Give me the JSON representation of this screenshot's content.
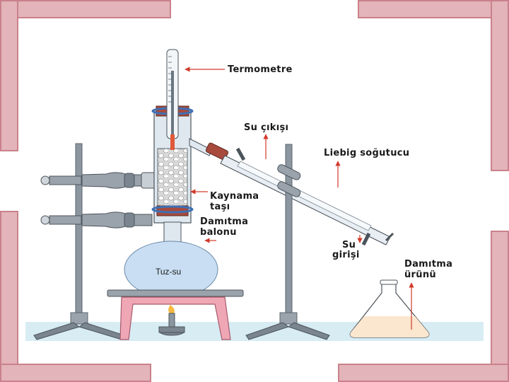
{
  "labels": {
    "thermometer": "Termometre",
    "water_out": "Su çıkışı",
    "condenser": "Liebig soğutucu",
    "boiling_stone_1": "Kaynama",
    "boiling_stone_2": "taşı",
    "flask_1": "Damıtma",
    "flask_2": "balonu",
    "water_in_1": "Su",
    "water_in_2": "girişi",
    "product_1": "Damıtma",
    "product_2": "ürünü"
  },
  "flask_content": "Tuz-su",
  "colors": {
    "frame_fill": "#e3b4ba",
    "frame_border": "#c9818b",
    "arrow": "#d03a2a",
    "flask_fill": "#c9def2",
    "glass": "#dfe8ef",
    "stand": "#7a8590",
    "tripod": "#f0a7b5",
    "bench": "#d8ecf4",
    "collected_liquid": "#fbe6cf"
  }
}
